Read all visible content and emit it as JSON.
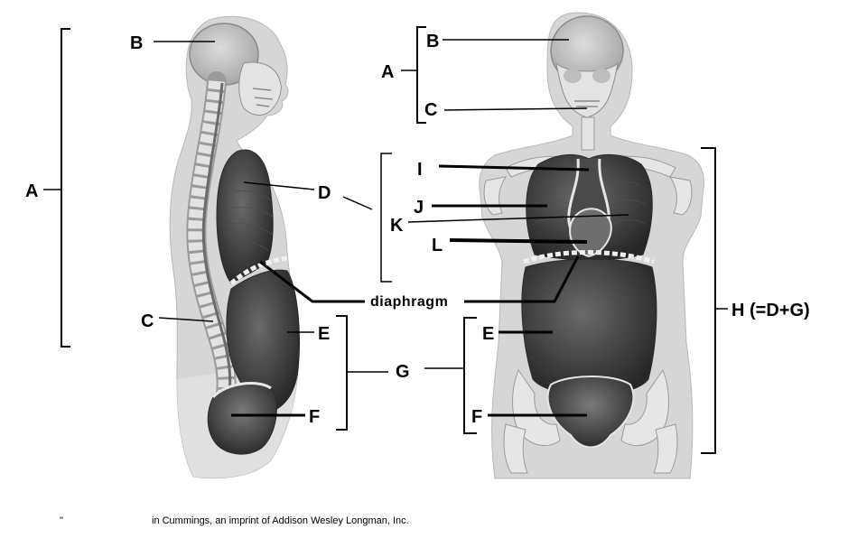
{
  "labels": {
    "side_A": "A",
    "side_B": "B",
    "side_C": "C",
    "side_D": "D",
    "side_E": "E",
    "side_F": "F",
    "front_A": "A",
    "front_B": "B",
    "front_C": "C",
    "front_I": "I",
    "front_J": "J",
    "front_K": "K",
    "front_L": "L",
    "front_E": "E",
    "front_F": "F",
    "G": "G",
    "diaphragm": "diaphragm",
    "H": "H (=D+G)"
  },
  "credit": {
    "mark": "\"",
    "text": "in Cummings, an imprint of Addison Wesley Longman, Inc."
  },
  "colors": {
    "silhouette": "#d6d6d6",
    "silhouette_edge": "#b8b8b8",
    "bone": "#e3e3e3",
    "bone_edge": "#9a9a9a",
    "cavity_dark": "#3a3a3a",
    "cavity_mid": "#5c5c5c",
    "brain": "#c4c4c4",
    "line": "#000000"
  }
}
